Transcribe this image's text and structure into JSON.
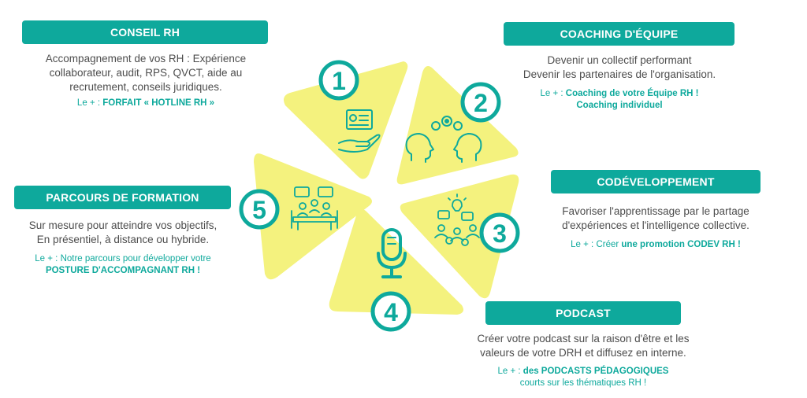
{
  "colors": {
    "teal": "#0ea99c",
    "yellow": "#f4f27e",
    "text": "#4d4d4d"
  },
  "sections": {
    "conseil": {
      "number": "1",
      "title": "CONSEIL RH",
      "lines": [
        "Accompagnement de vos RH : Expérience",
        "collaborateur, audit, RPS, QVCT, aide au",
        "recrutement, conseils juridiques."
      ],
      "plus_prefix": "Le + : ",
      "plus_bold": "FORFAIT « HOTLINE RH »",
      "icon": "consulting-hand-icon"
    },
    "coaching": {
      "number": "2",
      "title": "COACHING D'ÉQUIPE",
      "lines": [
        "Devenir un collectif performant",
        "Devenir les partenaires de l'organisation."
      ],
      "plus_prefix": "Le + : ",
      "plus_bold": "Coaching de votre Équipe RH !",
      "plus_line2": "Coaching individuel",
      "icon": "heads-gears-icon"
    },
    "codev": {
      "number": "3",
      "title": "CODÉVELOPPEMENT",
      "lines": [
        "Favoriser l'apprentissage par le partage",
        "d'expériences et l'intelligence collective."
      ],
      "plus_prefix": "Le + : Créer ",
      "plus_bold": "une promotion CODEV RH !",
      "icon": "group-ideas-icon"
    },
    "podcast": {
      "number": "4",
      "title": "PODCAST",
      "lines": [
        "Créer votre podcast sur la raison d'être et les",
        "valeurs de votre DRH et diffusez en interne."
      ],
      "plus_prefix": "Le + : ",
      "plus_bold": "des PODCASTS PÉDAGOGIQUES",
      "plus_line2": "courts sur les thématiques RH !",
      "icon": "microphone-icon"
    },
    "formation": {
      "number": "5",
      "title": "PARCOURS DE FORMATION",
      "lines": [
        "Sur mesure pour atteindre vos objectifs,",
        "En présentiel, à distance ou hybride."
      ],
      "plus_prefix": "Le + : Notre parcours pour développer votre",
      "plus_bold": "POSTURE D'ACCOMPAGNANT RH !",
      "icon": "meeting-table-icon"
    }
  }
}
